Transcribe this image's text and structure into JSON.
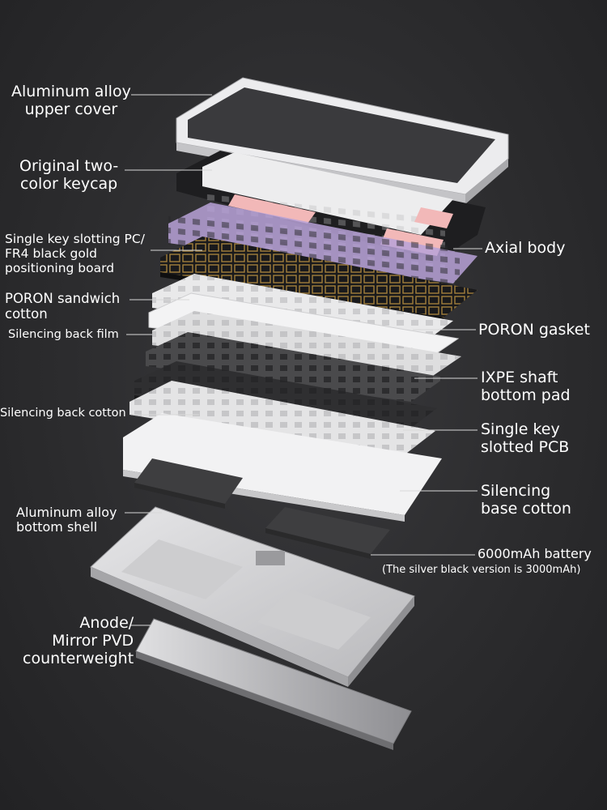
{
  "labels": {
    "upper_cover": [
      "Aluminum alloy",
      "upper cover"
    ],
    "keycap": [
      "Original two-",
      "color keycap"
    ],
    "positioning_board": [
      "Single key slotting PC/",
      "FR4 black gold",
      "positioning board"
    ],
    "sandwich_cotton": [
      "PORON sandwich",
      "cotton"
    ],
    "back_film": "Silencing back film",
    "back_cotton": "Silencing back cotton",
    "bottom_shell": [
      "Aluminum alloy",
      "bottom shell"
    ],
    "counterweight": [
      "Anode/",
      "Mirror PVD",
      "counterweight"
    ],
    "axial_body": "Axial body",
    "gasket": "PORON gasket",
    "shaft_pad": [
      "IXPE shaft",
      "bottom pad"
    ],
    "pcb": [
      "Single key",
      "slotted PCB"
    ],
    "base_cotton": [
      "Silencing",
      "base cotton"
    ],
    "battery": "6000mAh battery",
    "battery_note": "(The silver black version is 3000mAh)"
  },
  "colors": {
    "background": "#2c2c2e",
    "label_text": "#ffffff",
    "leader_line": "#d8d8d8",
    "keycap_light": "#f1f1f1",
    "keycap_dark": "#1e1e20",
    "keycap_pink": "#f2b8b8",
    "switch_purple": "#b8a2d8",
    "board_gold": "#b08a3e",
    "plate_light": "#e9e9ea",
    "foam_dark": "#4a4a4c",
    "shell_silver": "#d9d9db"
  }
}
